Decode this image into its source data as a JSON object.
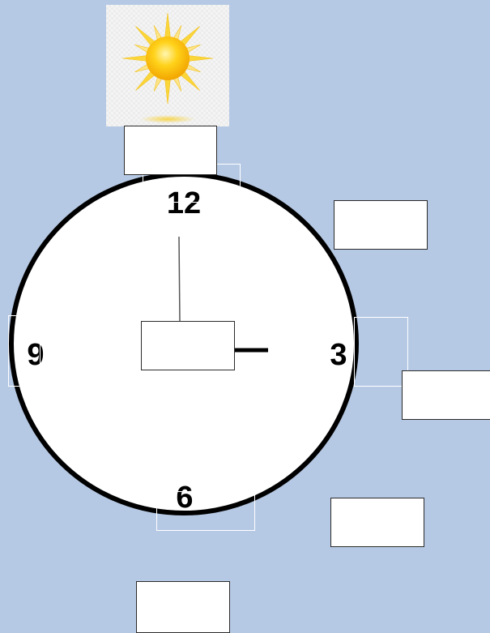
{
  "clock": {
    "numerals": {
      "twelve": "12",
      "three": "3",
      "six": "6",
      "nine": "9"
    }
  },
  "decorations": {
    "sun_icon": "sun-icon"
  },
  "colors": {
    "background": "#b6c9e4",
    "clock_face": "#ffffff",
    "clock_rim": "#000000",
    "sun_core": "#f6c81c",
    "sun_rays": "#f9d84a"
  }
}
